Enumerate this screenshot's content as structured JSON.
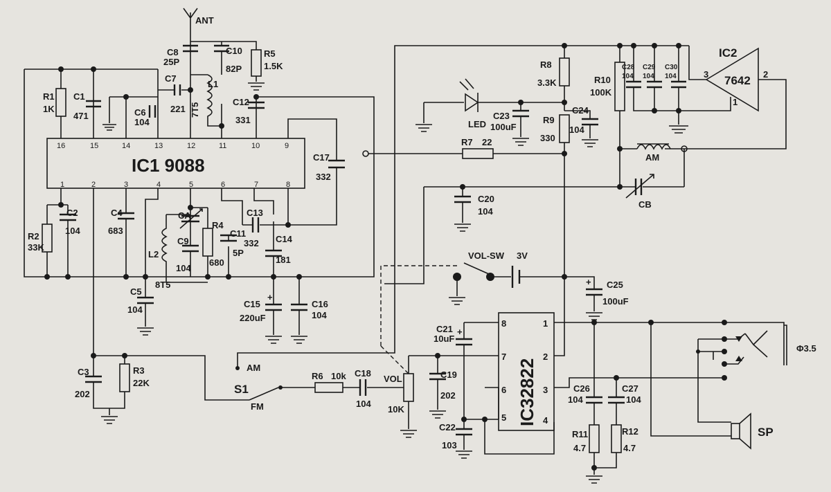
{
  "labels": {
    "ant": "ANT",
    "c8": "C8",
    "c8v": "25P",
    "c10": "C10",
    "c10v": "82P",
    "r5": "R5",
    "r5v": "1.5K",
    "l1": "L1",
    "l1v": "7T5",
    "c7": "C7",
    "c7v": "221",
    "c6": "C6",
    "c6v": "104",
    "r1": "R1",
    "r1v": "1K",
    "c1": "C1",
    "c1v": "471",
    "c12": "C12",
    "c12v": "331",
    "c17": "C17",
    "c17v": "332",
    "ic1": "IC1  9088",
    "r2": "R2",
    "r2v": "33K",
    "c2": "C2",
    "c2v": "104",
    "c4": "C4",
    "c4v": "683",
    "ca": "CA",
    "r4": "R4",
    "r4v": "680",
    "c9": "C9",
    "c9v": "104",
    "c11": "C11",
    "c11v": "5P",
    "c13": "C13",
    "c13v": "332",
    "c14": "C14",
    "c14v": "181",
    "l2": "L2",
    "l2v": "8T5",
    "c5": "C5",
    "c5v": "104",
    "c15": "C15",
    "c15v": "220uF",
    "c16": "C16",
    "c16v": "104",
    "c3": "C3",
    "c3v": "202",
    "r3": "R3",
    "r3v": "22K",
    "s1": "S1",
    "am": "AM",
    "fm": "FM",
    "r6": "R6",
    "r6v": "10k",
    "c18": "C18",
    "c18v": "104",
    "vol": "VOL",
    "volv": "10K",
    "r8": "R8",
    "r8v": "3.3K",
    "led": "LED",
    "c23": "C23",
    "c23v": "100uF",
    "r9": "R9",
    "r9v": "330",
    "c24": "C24",
    "c24v": "104",
    "r7": "R7",
    "r7v": "22",
    "r10": "R10",
    "r10v": "100K",
    "c28": "C28",
    "c28v": "104",
    "c29": "C29",
    "c29v": "104",
    "c30": "C30",
    "c30v": "104",
    "ic2": "IC2",
    "ic2v": "7642",
    "amcoil": "AM",
    "cb": "CB",
    "c20": "C20",
    "c20v": "104",
    "volsw": "VOL-SW",
    "bat": "3V",
    "c25": "C25",
    "c25v": "100uF",
    "c21": "C21",
    "c21v": "10uF",
    "c19": "C19",
    "c19v": "202",
    "c22": "C22",
    "c22v": "103",
    "ic3": "IC32822",
    "c26": "C26",
    "c26v": "104",
    "c27": "C27",
    "c27v": "104",
    "r11": "R11",
    "r11v": "4.7",
    "r12": "R12",
    "r12v": "4.7",
    "jack": "Φ3.5",
    "sp": "SP"
  },
  "ic1_pins_top": [
    "16",
    "15",
    "14",
    "13",
    "12",
    "11",
    "10",
    "9"
  ],
  "ic1_pins_bottom": [
    "1",
    "2",
    "3",
    "4",
    "5",
    "6",
    "7",
    "8"
  ],
  "ic2_pins": [
    "3",
    "2",
    "1"
  ],
  "ic3_pins_left": [
    "8",
    "7",
    "6",
    "5"
  ],
  "ic3_pins_right": [
    "1",
    "2",
    "3",
    "4"
  ]
}
